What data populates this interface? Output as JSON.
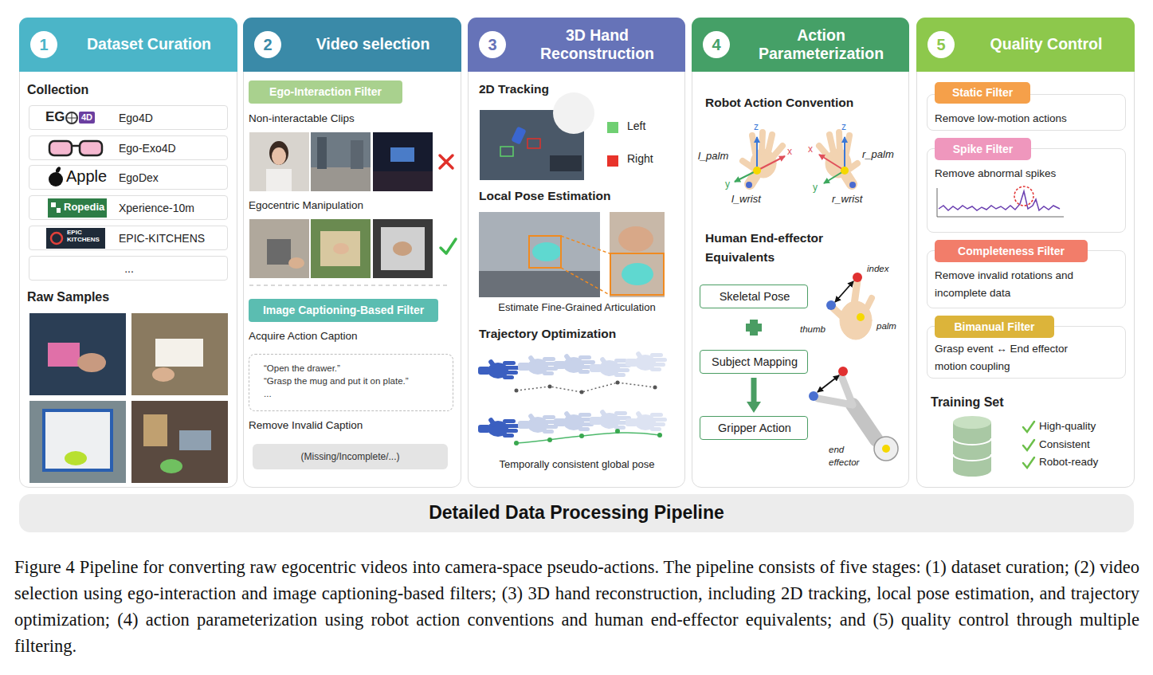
{
  "diagram": {
    "caption": "Figure 4 Pipeline for converting raw egocentric videos into camera-space pseudo-actions. The pipeline consists of five stages: (1) dataset curation; (2) video selection using ego-interaction and image captioning-based filters; (3) 3D hand reconstruction, including 2D tracking, local pose estimation, and trajectory optimization; (4) action parameterization using robot action conventions and human end-effector equivalents; and (5) quality control through multiple filtering.",
    "nodes": [
      {
        "text": [
          "Collection",
          "Raw Samples"
        ]
      },
      {
        "text": [
          "Dataset Curation"
        ],
        "in": 0
      },
      {
        "text": [
          "1"
        ],
        "in": 1
      },
      {
        "text": [
          "Ego4D"
        ],
        "in": 0
      },
      {
        "text": [
          "Ego-Exo4D"
        ],
        "in": 0
      },
      {
        "text": [
          "EgoDex"
        ],
        "in": 0
      },
      {
        "text": [
          "Xperience-10m"
        ],
        "in": 0
      },
      {
        "text": [
          "EPIC-KITCHENS"
        ],
        "in": 0
      },
      {
        "text": [
          "..."
        ],
        "in": 0
      },
      {
        "text": [
          "Non-interactable Clips",
          "Egocentric Manipulation",
          "Acquire Action Caption",
          "Remove Invalid Caption"
        ]
      },
      {
        "text": [
          "Video selection"
        ],
        "in": 9
      },
      {
        "text": [
          "2"
        ],
        "in": 10
      },
      {
        "text": [
          "Ego-Interaction Filter"
        ],
        "in": 9
      },
      {
        "text": [
          "Image Captioning-Based Filter"
        ],
        "in": 9
      },
      {
        "text": [
          "“Open the drawer.”",
          "“Grasp the mug and put it on plate.”",
          "..."
        ],
        "in": 9
      },
      {
        "text": [
          "(Missing/Incomplete/...)"
        ],
        "in": 9
      },
      {
        "text": [
          "2D Tracking",
          "Local Pose Estimation",
          "Estimate Fine-Grained Articulation",
          "Trajectory Optimization",
          "Temporally consistent global pose"
        ]
      },
      {
        "text": [
          "3D Hand Reconstruction"
        ],
        "in": 16
      },
      {
        "text": [
          "3"
        ],
        "in": 17
      },
      {
        "text": [
          "Robot Action Convention",
          "Human End-effector Equivalents"
        ]
      },
      {
        "text": [
          "Action Parameterization"
        ],
        "in": 19
      },
      {
        "text": [
          "4"
        ],
        "in": 20
      },
      {
        "text": [
          "Skeletal Pose"
        ],
        "in": 19
      },
      {
        "text": [
          "Subject Mapping"
        ],
        "in": 19
      },
      {
        "text": [
          "Gripper Action"
        ],
        "in": 19
      },
      {
        "text": [
          "Training Set"
        ]
      },
      {
        "text": [
          "Quality Control"
        ],
        "in": 25
      },
      {
        "text": [
          "5"
        ],
        "in": 26
      },
      {
        "text": [
          "Static Filter",
          "Remove low-motion actions"
        ],
        "in": 25
      },
      {
        "text": [
          "Spike Filter",
          "Remove abnormal spikes"
        ],
        "in": 25
      },
      {
        "text": [
          "Completeness Filter",
          "Remove invalid rotations and incomplete data"
        ],
        "in": 25
      },
      {
        "text": [
          "Bimanual Filter",
          "Grasp event ↔ End effector motion coupling"
        ],
        "in": 25
      },
      {
        "text": [
          "Detailed Data Processing Pipeline"
        ]
      }
    ],
    "edges": [
      {
        "from": 23,
        "to": 24,
        "arrow": "to"
      }
    ],
    "labels": [
      "EG",
      "4D",
      "Apple",
      "Ropedia",
      "EPIC KITCHENS",
      "z",
      "x",
      "y",
      "l_palm",
      "l_wrist",
      "z",
      "x",
      "y",
      "r_palm",
      "r_wrist",
      "index",
      "thumb",
      "palm",
      "end effector",
      "High-quality",
      "Consistent",
      "Robot-ready"
    ],
    "legend": [
      {
        "text": "Left",
        "color": "#6fcf72"
      },
      {
        "text": "Right",
        "color": "#e8332a"
      }
    ]
  }
}
